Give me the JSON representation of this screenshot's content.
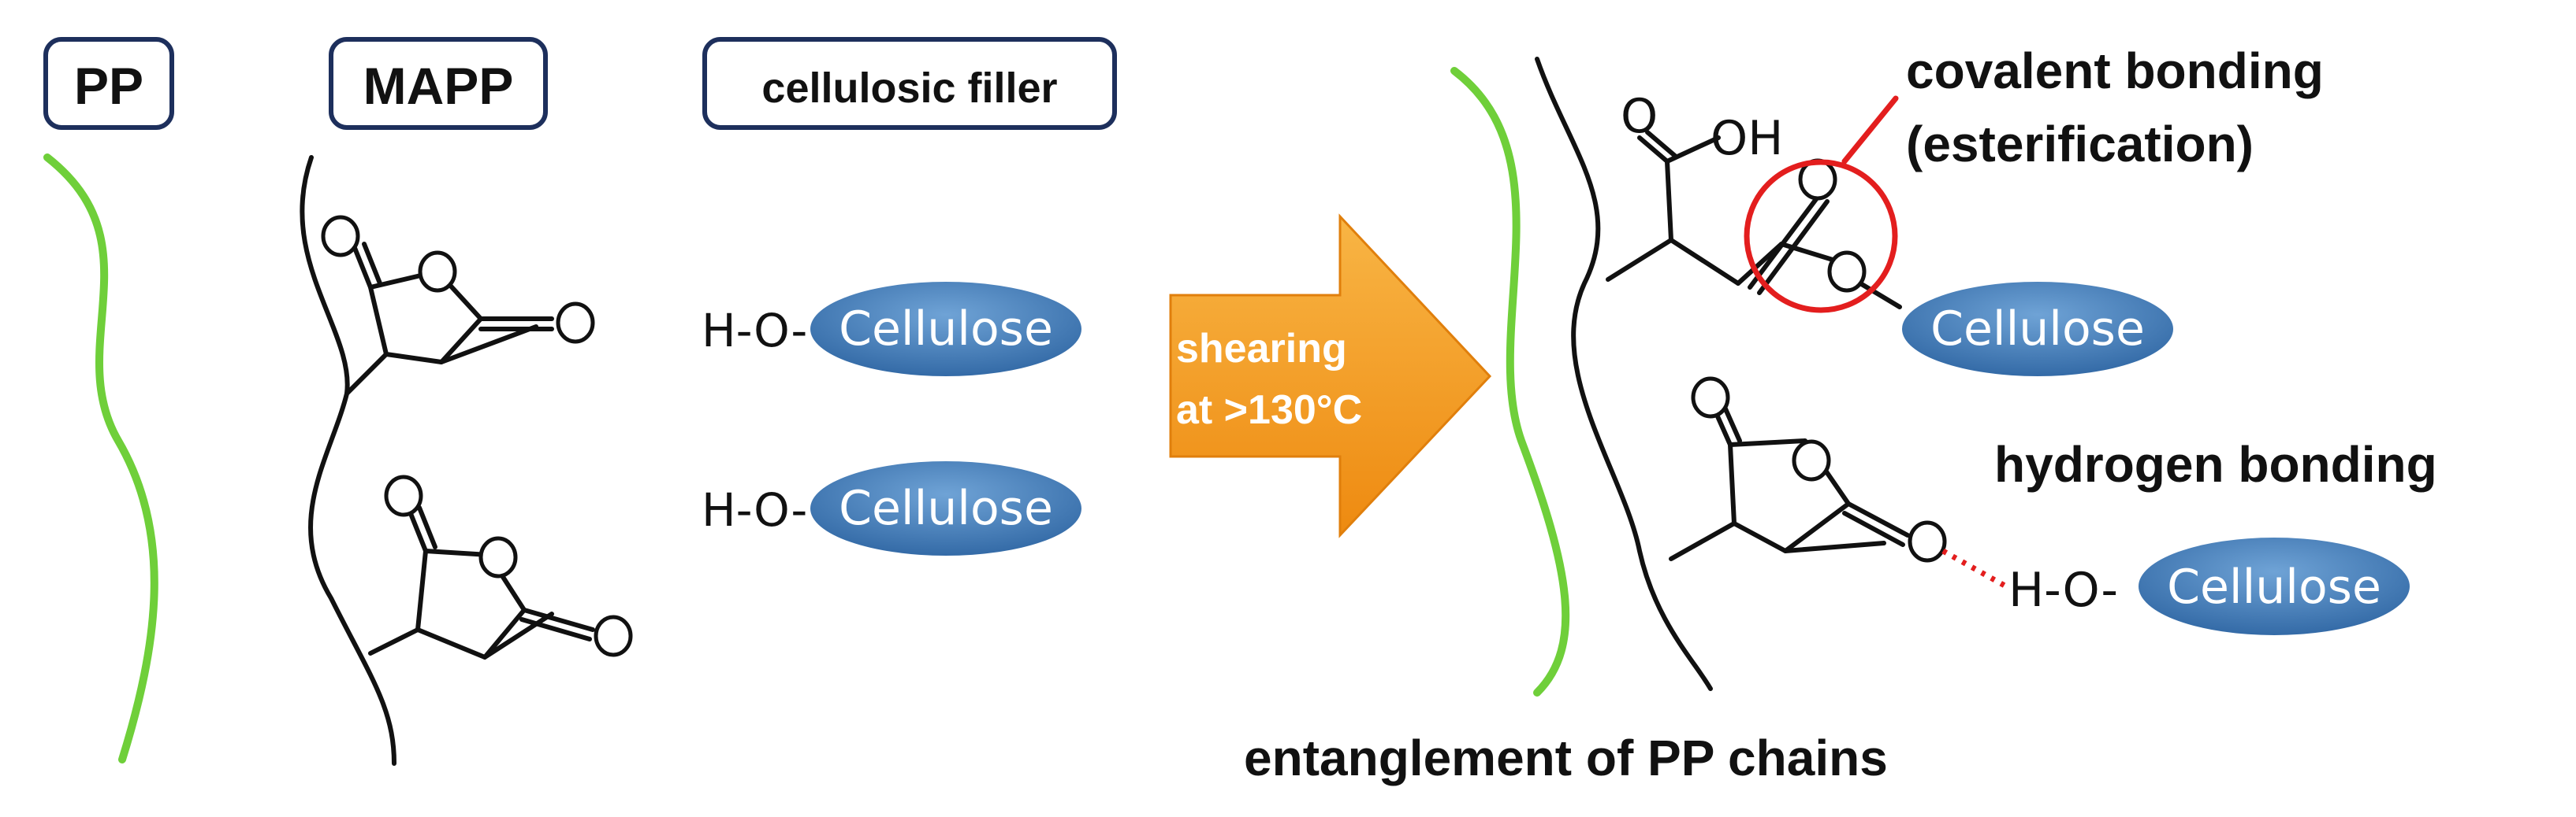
{
  "legend": {
    "pp": "PP",
    "mapp": "MAPP",
    "filler": "cellulosic filler"
  },
  "left": {
    "hydroxyl_1": "H-O-",
    "hydroxyl_2": "H-O-",
    "cellulose_1": "Cellulose",
    "cellulose_2": "Cellulose",
    "atom_O_1a": "O",
    "atom_O_1b": "O",
    "atom_O_1c": "O",
    "atom_O_2a": "O",
    "atom_O_2b": "O",
    "atom_O_2c": "O"
  },
  "arrow": {
    "line1": "shearing",
    "line2": "at >130°C"
  },
  "right": {
    "acid_O": "O",
    "acid_OH": "OH",
    "ester_O_carbonyl": "O",
    "ester_O_link": "O",
    "cellulose_top": "Cellulose",
    "ring_O_top": "O",
    "ring_O_mid": "O",
    "ring_O_right": "O",
    "hydroxyl_bottom": "H-O-",
    "cellulose_bottom": "Cellulose",
    "covalent_line1": "covalent bonding",
    "covalent_line2": "(esterification)",
    "hydrogen_bonding": "hydrogen bonding",
    "entanglement": "entanglement of PP chains"
  },
  "colors": {
    "pp_chain": "#6fcf3a",
    "box_border": "#1d2f5c",
    "cellulose_fill": "#3e78b2",
    "arrow_fill": "#f39a1e",
    "highlight_red": "#e31e1e"
  }
}
